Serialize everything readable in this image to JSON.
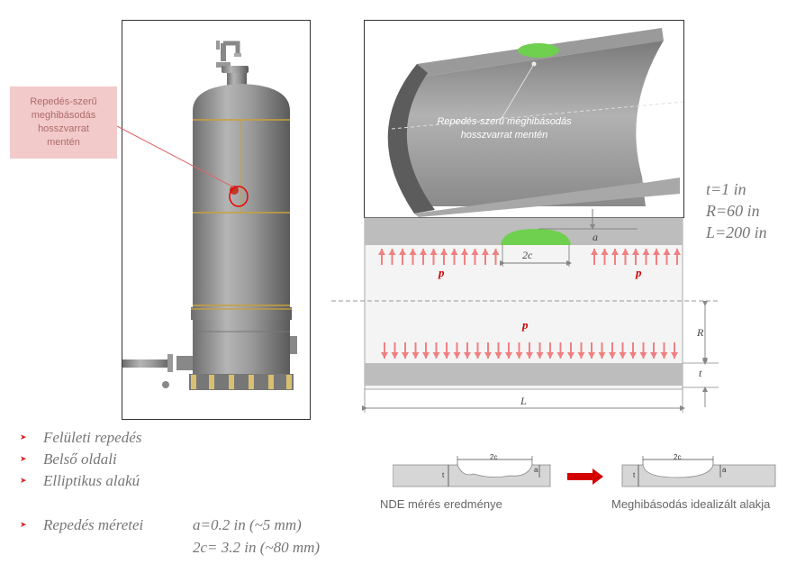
{
  "callout": {
    "text": "Repedés-szerű\nmeghibásodás\nhosszvarrat\nmentén"
  },
  "pipe_view": {
    "crack_label": "Repedés-szerű meghibásodás\nhosszvarrat mentén"
  },
  "parameters": {
    "t": "t=1 in",
    "R": "R=60 in",
    "L": "L=200 in"
  },
  "section_labels": {
    "a": "a",
    "two_c": "2c",
    "p_left": "p",
    "p_right": "p",
    "p_center": "p",
    "R": "R",
    "t": "t",
    "L": "L"
  },
  "bullets": [
    {
      "text": "Felületi repedés"
    },
    {
      "text": "Belső oldali"
    },
    {
      "text": "Elliptikus alakú"
    },
    {
      "text": "Repedés méretei"
    }
  ],
  "crack_sizes": {
    "a": "a=0.2 in (~5 mm)",
    "two_c": "2c= 3.2 in (~80 mm)"
  },
  "nde": {
    "left_caption": "NDE mérés eredménye",
    "right_caption": "Meghibásodás idealizált alakja",
    "two_c": "2c",
    "a": "a",
    "t": "t"
  },
  "colors": {
    "crack_green": "#6fcf4f",
    "pressure_arrow": "#f08080",
    "callout_bg": "#f2caca",
    "arrow_red": "#d40000"
  }
}
